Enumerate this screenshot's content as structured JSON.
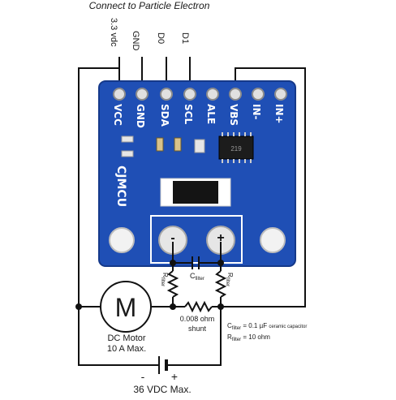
{
  "header": {
    "title": "Connect to Particle Electron"
  },
  "top_pins": [
    {
      "id": "p1",
      "label": "3.3 vdc"
    },
    {
      "id": "p2",
      "label": "GND"
    },
    {
      "id": "p3",
      "label": "D0"
    },
    {
      "id": "p4",
      "label": "D1"
    }
  ],
  "board": {
    "pin_labels": [
      "VCC",
      "GND",
      "SDA",
      "SCL",
      "ALE",
      "VBS",
      "IN-",
      "IN+"
    ],
    "brand": "CJMCU",
    "chip_text": "219",
    "terminal_minus": "-",
    "terminal_plus": "+",
    "colors": {
      "pcb": "#1f4fb5",
      "pcb_edge": "#15398a",
      "silk": "#ffffff",
      "header_pin": "#d9d9d9",
      "chip": "#1c1c1c"
    }
  },
  "filter": {
    "capacitor_label": "C",
    "capacitor_sub": "filter",
    "resistor_label": "R",
    "resistor_sub": "filter",
    "note_cap_main": "C",
    "note_cap_sub": "filter",
    "note_cap_value": " = 0.1 µF ",
    "note_cap_small": "ceramic capacitor",
    "note_res_main": "R",
    "note_res_sub": "filter",
    "note_res_value": " = 10 ohm"
  },
  "shunt": {
    "value": "0.008 ohm",
    "label": "shunt"
  },
  "motor": {
    "symbol": "M",
    "name": "DC Motor",
    "rating": "10 A Max."
  },
  "battery": {
    "minus": "-",
    "plus": "+",
    "rating": "36 VDC Max."
  }
}
